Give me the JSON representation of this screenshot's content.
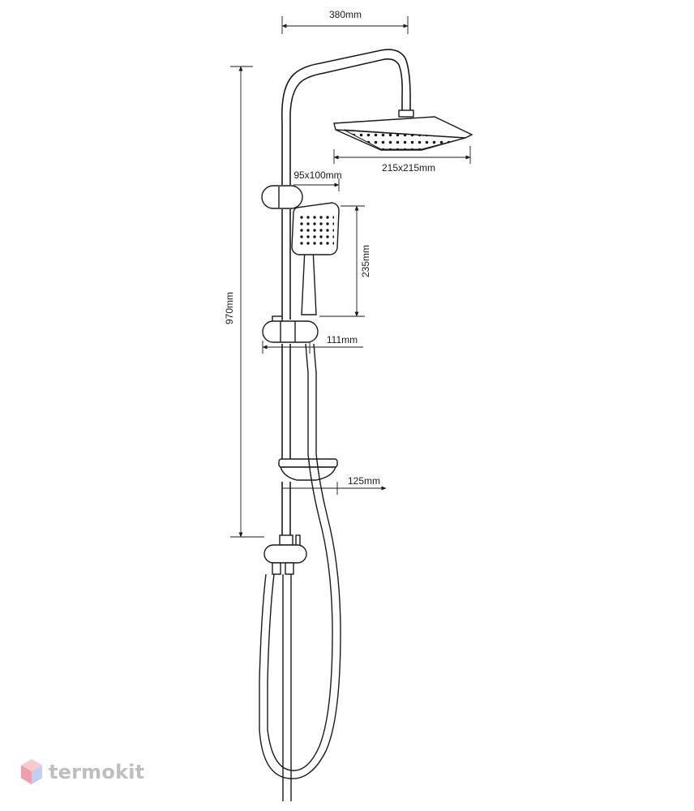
{
  "dimensions": {
    "arm_length": "380mm",
    "head_size": "215x215mm",
    "hand_head_size": "95x100mm",
    "hand_length": "235mm",
    "total_height": "970mm",
    "holder_offset": "111mm",
    "shelf_width": "125mm"
  },
  "brand": {
    "name": "termokit"
  },
  "colors": {
    "line": "#1a1a1a",
    "brand_text": "#8a8a8a",
    "logo_top": "#f0a0a8",
    "logo_left": "#e55060",
    "logo_right": "#8fa8e8"
  },
  "icons": {
    "logo": "cube-logo-icon"
  }
}
